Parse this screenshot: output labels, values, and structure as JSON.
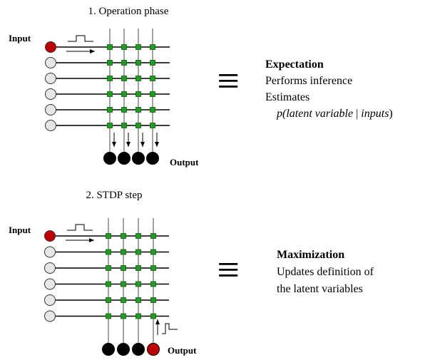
{
  "panels": [
    {
      "title": "1. Operation phase",
      "input_label": "Input",
      "output_label": "Output",
      "active_input_index": 0,
      "active_output_index": -1,
      "feedback_pulse": false,
      "equivalence_symbol": "≡",
      "description": {
        "heading": "Expectation",
        "lines": [
          "Performs inference",
          "Estimates"
        ],
        "formula": {
          "prefix": "p(",
          "italic_a": "latent variable",
          "separator": " | ",
          "italic_b": "inputs",
          "suffix": ")"
        }
      }
    },
    {
      "title": "2. STDP step",
      "input_label": "Input",
      "output_label": "Output",
      "active_input_index": 0,
      "active_output_index": 3,
      "feedback_pulse": true,
      "equivalence_symbol": "≡",
      "description": {
        "heading": "Maximization",
        "lines": [
          "Updates definition of",
          "the latent variables"
        ]
      }
    }
  ],
  "network": {
    "inputs": 6,
    "outputs": 4
  },
  "colors": {
    "active_neuron": "#c00000",
    "idle_input_neuron": "#e6e6e6",
    "output_neuron": "#000000",
    "synapse": "#1f9e1f",
    "synapse_border": "#0b5d0b",
    "line": "#000000",
    "column_line": "#8c8c8c"
  }
}
